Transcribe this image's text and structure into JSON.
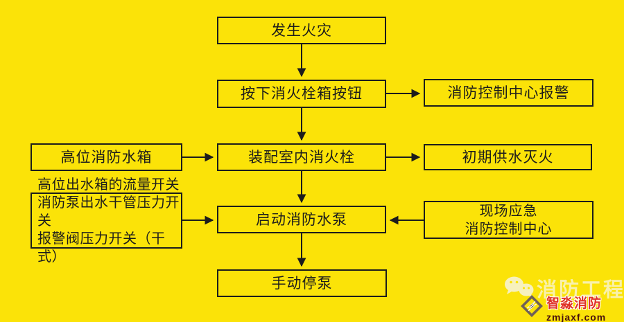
{
  "colors": {
    "background": "#FBE308",
    "line_and_text": "#1C1C1C",
    "watermark_cream": "#F7F1BE",
    "logo_red": "#E03226",
    "site_dark_red": "#4A120E"
  },
  "flowchart": {
    "boxes": {
      "fire": "发生火灾",
      "press_button": "按下消火栓箱按钮",
      "control_alarm": "消防控制中心报警",
      "high_tank": "高位消防水箱",
      "indoor_hydrant": "装配室内消火栓",
      "initial_supply": "初期供水灭火",
      "switches_line1": "高位出水箱的流量开关",
      "switches_line2": "消防泵出水干管压力开关",
      "switches_line3": "报警阀压力开关（干式）",
      "start_pump": "启动消防水泵",
      "emergency_line1": "现场应急",
      "emergency_line2": "消防控制中心",
      "manual_stop": "手动停泵"
    },
    "edges": [
      "fire -> press_button",
      "press_button -> control_alarm",
      "press_button -> indoor_hydrant",
      "high_tank -> indoor_hydrant",
      "indoor_hydrant -> initial_supply",
      "indoor_hydrant -> start_pump",
      "switches -> start_pump",
      "emergency -> start_pump",
      "start_pump -> manual_stop"
    ]
  },
  "watermark": {
    "icon": "wechat-icon",
    "brand": "消防工程",
    "logo_icon": "diamond-logo-icon",
    "logo_name": "智淼消防",
    "website": "zmjaxf.com"
  }
}
